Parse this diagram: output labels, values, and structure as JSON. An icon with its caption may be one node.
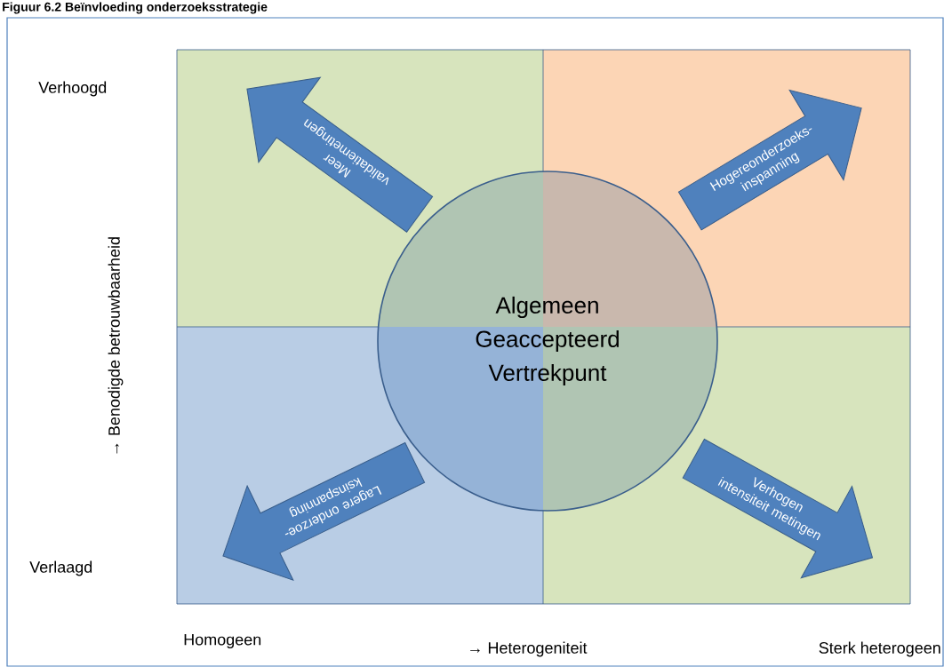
{
  "diagram": {
    "title": "Figuur 6.2 Beïnvloeding onderzoeksstrategie",
    "nodes": [
      {
        "text": [
          "Meer validatiemetingen"
        ]
      },
      {
        "text": [
          "Hogereonderzoeks- inspanning"
        ]
      },
      {
        "text": [
          "Algemeen Geaccepteerd Vertrekpunt"
        ]
      },
      {
        "text": [
          "Lagere onderzoe- ksinspanning"
        ]
      },
      {
        "text": [
          "Verhogen intensiteit metingen"
        ]
      }
    ],
    "labels": [
      "Verhoogd",
      "→ Benodigde betrouwbaarheid",
      "Verlaagd",
      "Homogeen",
      "→ Heterogeniteit",
      "Sterk heterogeen"
    ]
  }
}
